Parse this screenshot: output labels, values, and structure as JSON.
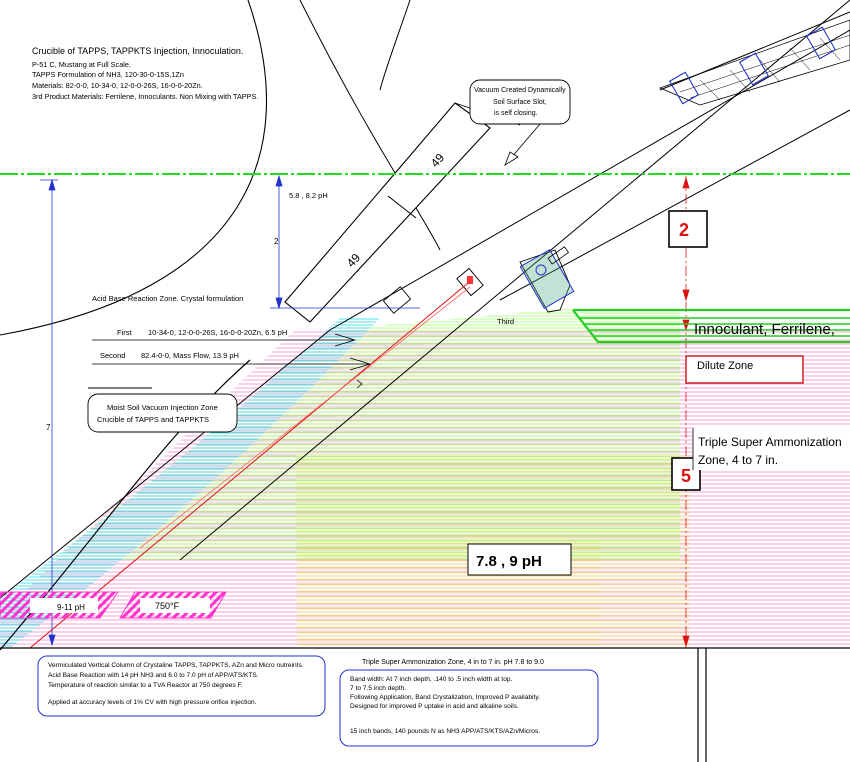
{
  "title": {
    "heading": "Crucible of TAPPS, TAPPKTS Injection, Innoculation.",
    "line1": "P-51 C, Mustang at Full Scale.",
    "line2": "TAPPS Formulation  of NH3, 120-30-0-15S,1Zn",
    "line3": "Materials:  82-0-0,  10-34-0,  12-0-0-26S,  16-0-0-20Zn.",
    "line4": "3rd Product Materials:  Ferrilene,  Innoculants.  Non Mixing with TAPPS."
  },
  "vacuum_note": {
    "line1": "Vacuum  Created Dynamically",
    "line2": "Soil  Surface Slot,",
    "line3": "is self closing."
  },
  "dimensions": {
    "ph_top": "5.8 , 8.2 pH",
    "dim_2": "2",
    "dim_7": "7",
    "blade_49_upper": "49",
    "blade_49_lower": "49"
  },
  "zone_labels": {
    "acid_base": "Acid Base Reaction  Zone. Crystal formulation",
    "third": "Third",
    "first_label": "First",
    "first_value": "10-34-0,  12-0-0-26S,  16-0-0-20Zn,   6.5 pH",
    "second_label": "Second",
    "second_value": "82.4-0-0, Mass Flow,  13.9 pH"
  },
  "moist_note": {
    "line1": "Moist  Soil Vacuum Injection Zone",
    "line2": "Crucible  of TAPPS and TAPPKTS"
  },
  "boxed_numbers": {
    "two": "2",
    "five": "5"
  },
  "right_labels": {
    "innoculant": "Innoculant, Ferrilene,",
    "dilute": "Dilute Zone",
    "triple_line1": "Triple Super Ammonization",
    "triple_line2": "Zone, 4 to 7 in."
  },
  "ph_big": "7.8 , 9 pH",
  "left_tags": {
    "ph": "9-11 pH",
    "temp": "750°F"
  },
  "bottom_left_note": {
    "line1": "Vermiculated  Vertical  Column  of Crystaline  TAPPS, TAPPKTS,  AZn  and Micro  nutreints.",
    "line2": "Acid  Base Reaction  with  14 pH NH3 and 6.0 to 7.0 pH of APP/ATS/KTS.",
    "line3": "Temperature  of  reaction  similar  to a TVA Reactor at 750 degrees F.",
    "line4": "Applied at accuracy levels of 1% CV with high pressure orifice injection."
  },
  "bottom_mid_note": {
    "title": "Triple  Super  Ammonization  Zone,  4 in to 7 in.  pH 7.8 to 9.0",
    "line1": "Band width:  At 7 inch depth,  .140 to .5 inch  width at top.",
    "line2": "7 to 7.5  inch depth.",
    "line3": "Following  Application,  Band Crystalization,  Improved P availabity.",
    "line4": "Designed for improved  P uptake in acid and alkaline soils.",
    "line5": "15 inch bands,  140 pounds  N as NH3 APP/ATS/KTS/AZn/Micros."
  },
  "colors": {
    "green_line": "#22dd22",
    "blue": "#2233cc",
    "red": "#dd1111",
    "magenta": "#ff33cc",
    "cyan": "#33ddee",
    "lime_band": "#99ff66",
    "yellow_band": "#e8e866",
    "pink_band": "#ff88cc"
  }
}
